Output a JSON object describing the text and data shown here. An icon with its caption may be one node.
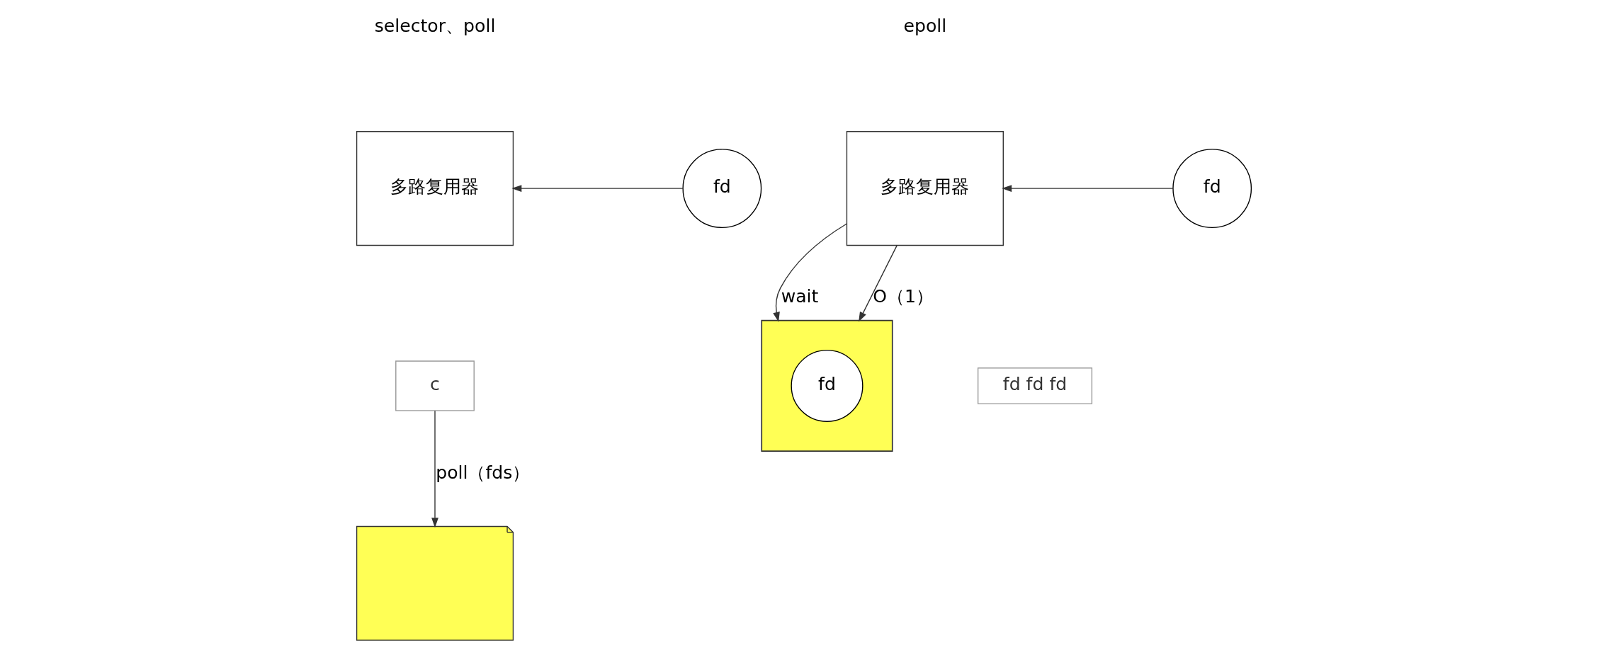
{
  "diagram": {
    "nodes": [
      {
        "text": [
          "多路复用器"
        ]
      },
      {
        "text": [
          "c"
        ]
      },
      {
        "text": [
          "fd"
        ]
      },
      {
        "text": [],
        "shape": "note"
      },
      {
        "text": [
          "多路复用器"
        ]
      },
      {
        "text": [
          "fd"
        ]
      },
      {
        "text": [],
        "shape": "note"
      },
      {
        "text": [
          "fd"
        ],
        "in": 6
      },
      {
        "text": [
          "fd fd fd"
        ]
      }
    ],
    "edges": [
      {
        "from": 2,
        "to": 0,
        "arrow": "to"
      },
      {
        "from": 1,
        "to": 3,
        "arrow": "to",
        "label": "poll（fds）"
      },
      {
        "from": 5,
        "to": 4,
        "arrow": "to"
      },
      {
        "from": 4,
        "to": 6,
        "arrow": "to",
        "label": "wait"
      },
      {
        "from": 4,
        "to": 6,
        "arrow": "to",
        "label": "O（1）"
      }
    ],
    "labels": [
      "selector、poll",
      "epoll"
    ]
  }
}
